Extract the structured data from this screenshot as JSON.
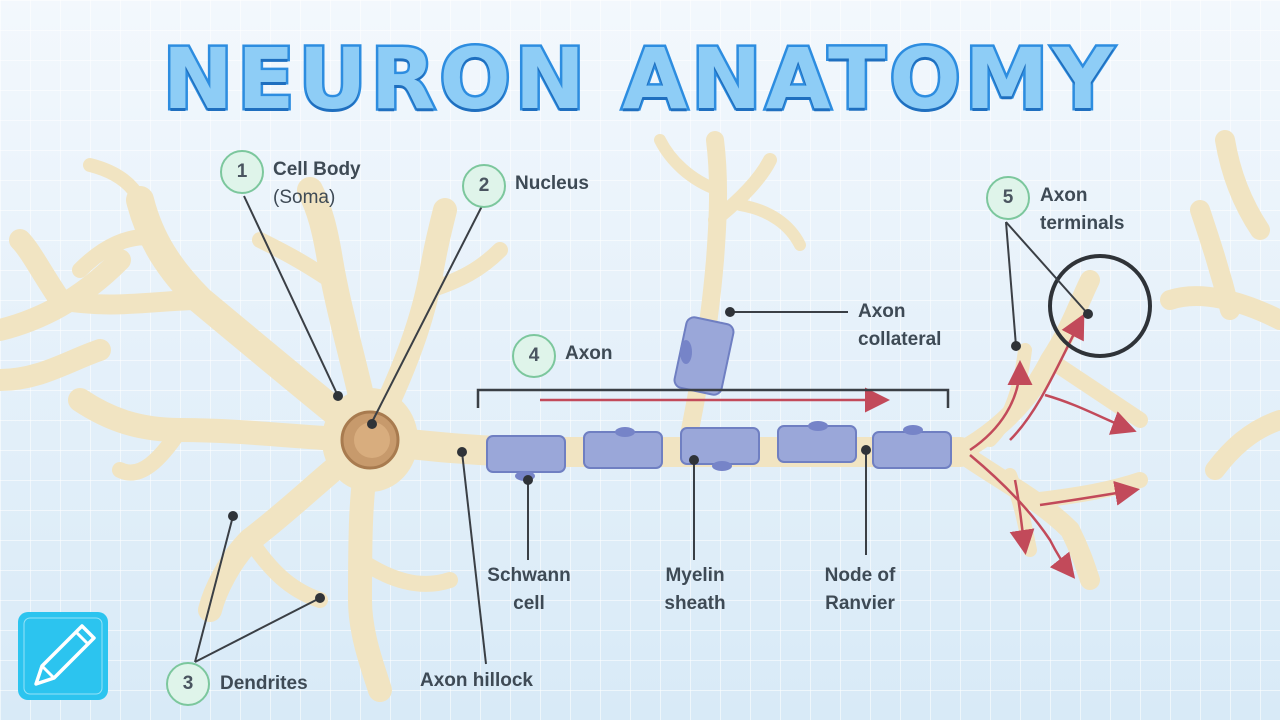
{
  "title": "NEURON ANATOMY",
  "colors": {
    "neuron_fill": "#f1e4c2",
    "myelin": "#9aa7d9",
    "nucleus": "#c79a6c",
    "arrow": "#c24a5a",
    "badge_fill": "#dff4ea",
    "badge_border": "#7cc79d",
    "line": "#3a3f45"
  },
  "labels": {
    "cell_body": {
      "number": "1",
      "text": "Cell Body",
      "sub": "(Soma)"
    },
    "nucleus": {
      "number": "2",
      "text": "Nucleus"
    },
    "dendrites": {
      "number": "3",
      "text": "Dendrites"
    },
    "axon": {
      "number": "4",
      "text": "Axon"
    },
    "axon_terminals": {
      "number": "5",
      "text": "Axon",
      "text2": "terminals"
    },
    "axon_collateral": {
      "line1": "Axon",
      "line2": "collateral"
    },
    "schwann_cell": {
      "line1": "Schwann",
      "line2": "cell"
    },
    "myelin_sheath": {
      "line1": "Myelin",
      "line2": "sheath"
    },
    "node_of_ranvier": {
      "line1": "Node of",
      "line2": "Ranvier"
    },
    "axon_hillock": {
      "text": "Axon hillock"
    }
  },
  "icons": {
    "logo": "pencil-icon"
  }
}
